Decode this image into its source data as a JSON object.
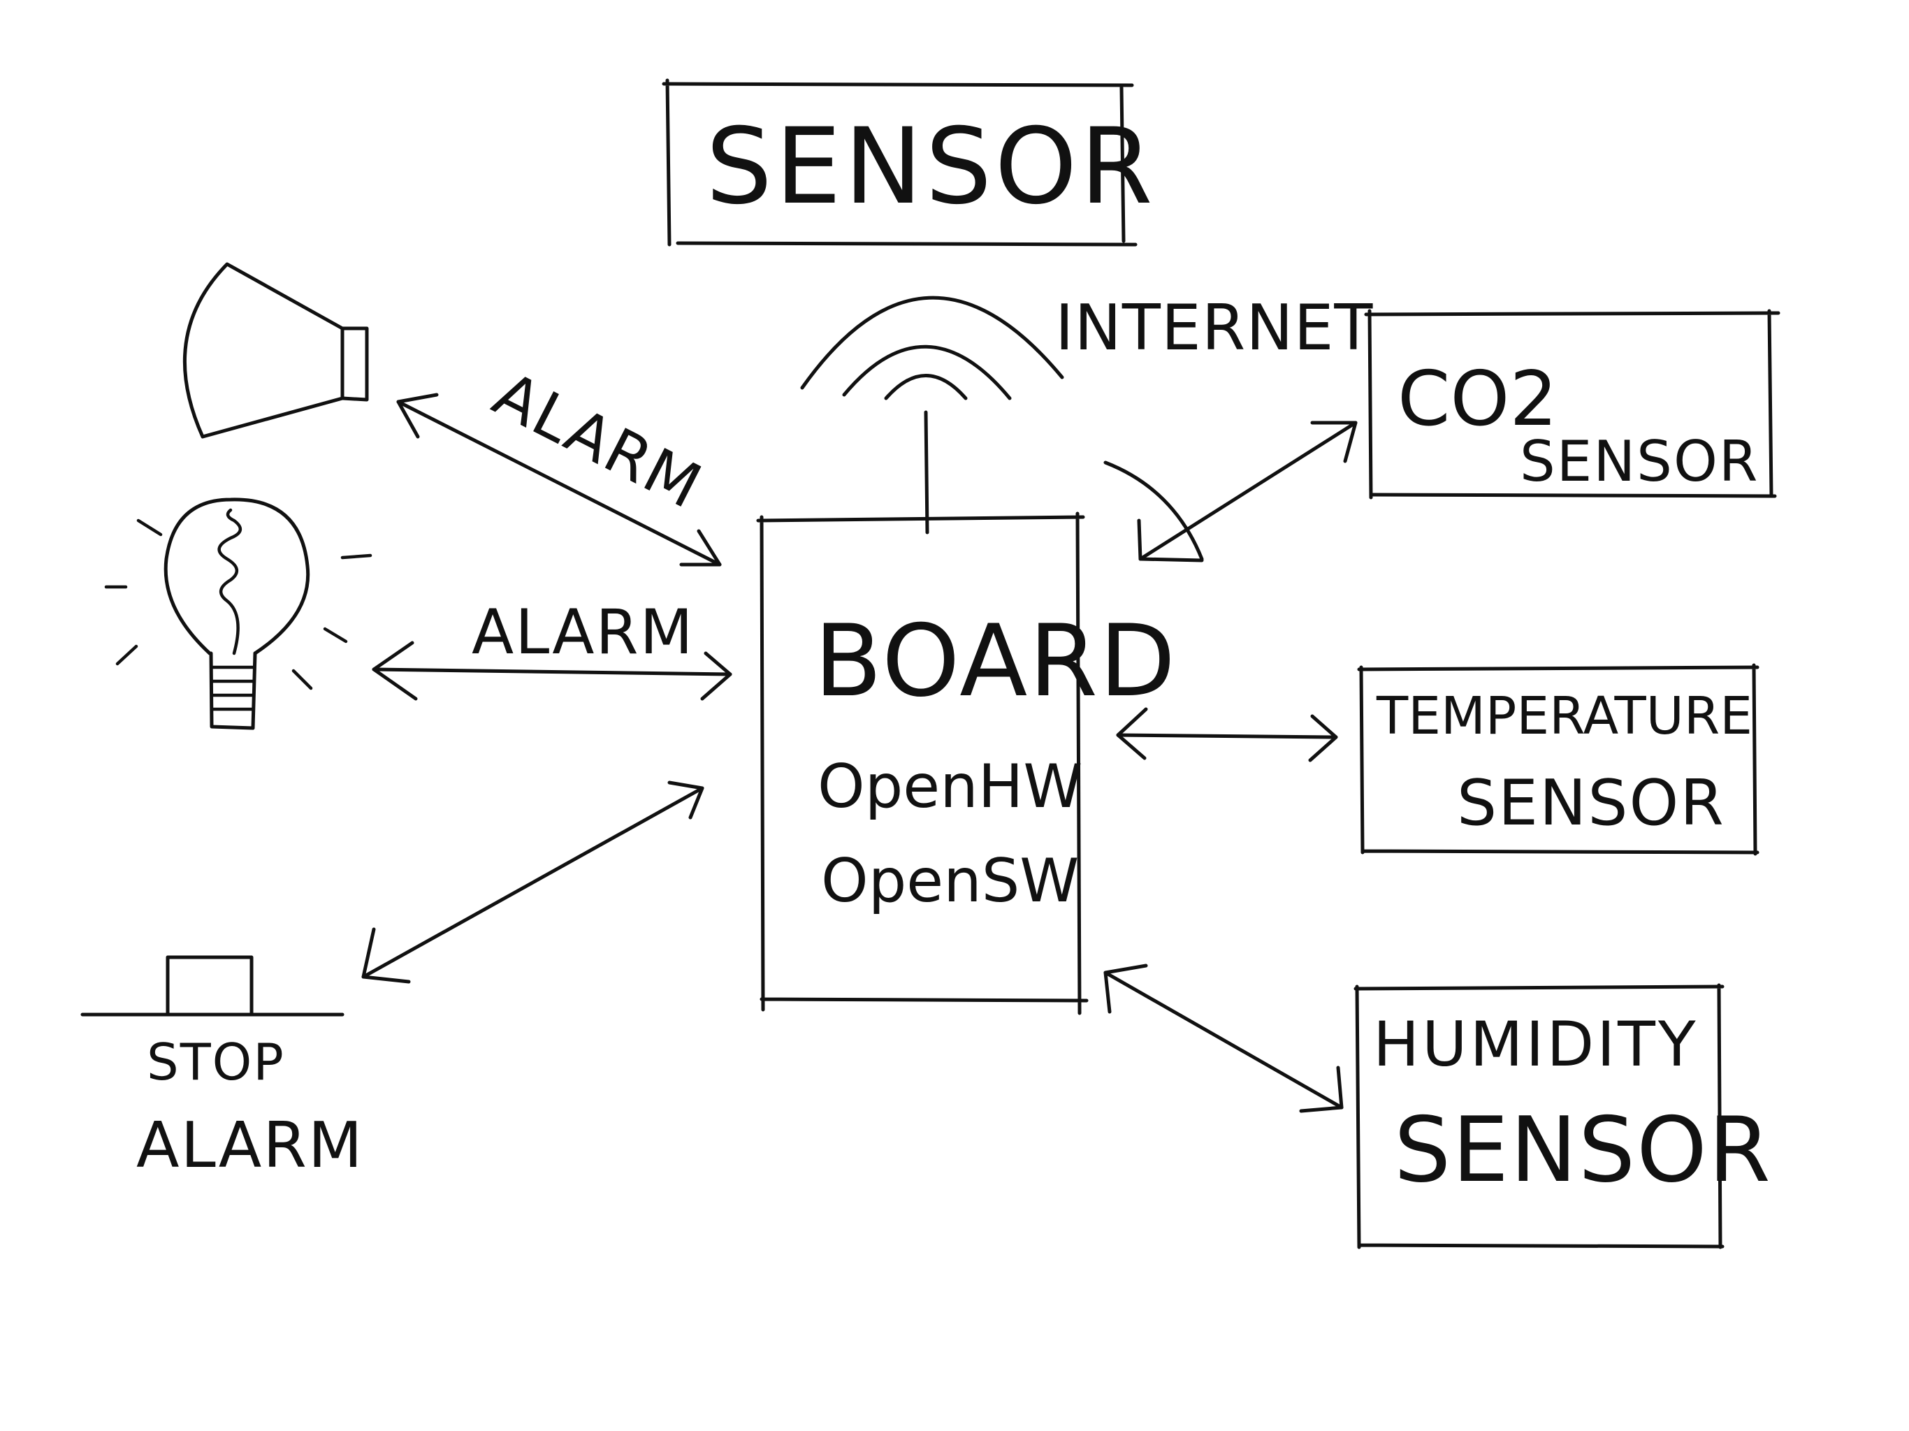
{
  "title_box": {
    "label": "SENSOR"
  },
  "board": {
    "title": "BOARD",
    "line1": "OpenHW",
    "line2": "OpenSW"
  },
  "internet": {
    "label": "INTERNET"
  },
  "co2_sensor": {
    "label_main": "CO2",
    "label_sub": "SENSOR"
  },
  "temperature_sensor": {
    "label_top": "TEMPERATURE",
    "label_bottom": "SENSOR"
  },
  "humidity_sensor": {
    "label_top": "HUMIDITY",
    "label_bottom": "SENSOR"
  },
  "siren_link": {
    "label": "ALARM"
  },
  "lamp_link": {
    "label": "ALARM"
  },
  "stop_alarm_button": {
    "label_top": "STOP",
    "label_bottom": "ALARM"
  },
  "icons": [
    "siren-icon",
    "light-bulb-icon",
    "push-button-icon",
    "antenna-icon",
    "wifi-signal-icon"
  ],
  "colors": {
    "ink": "#111111",
    "background": "#ffffff"
  }
}
